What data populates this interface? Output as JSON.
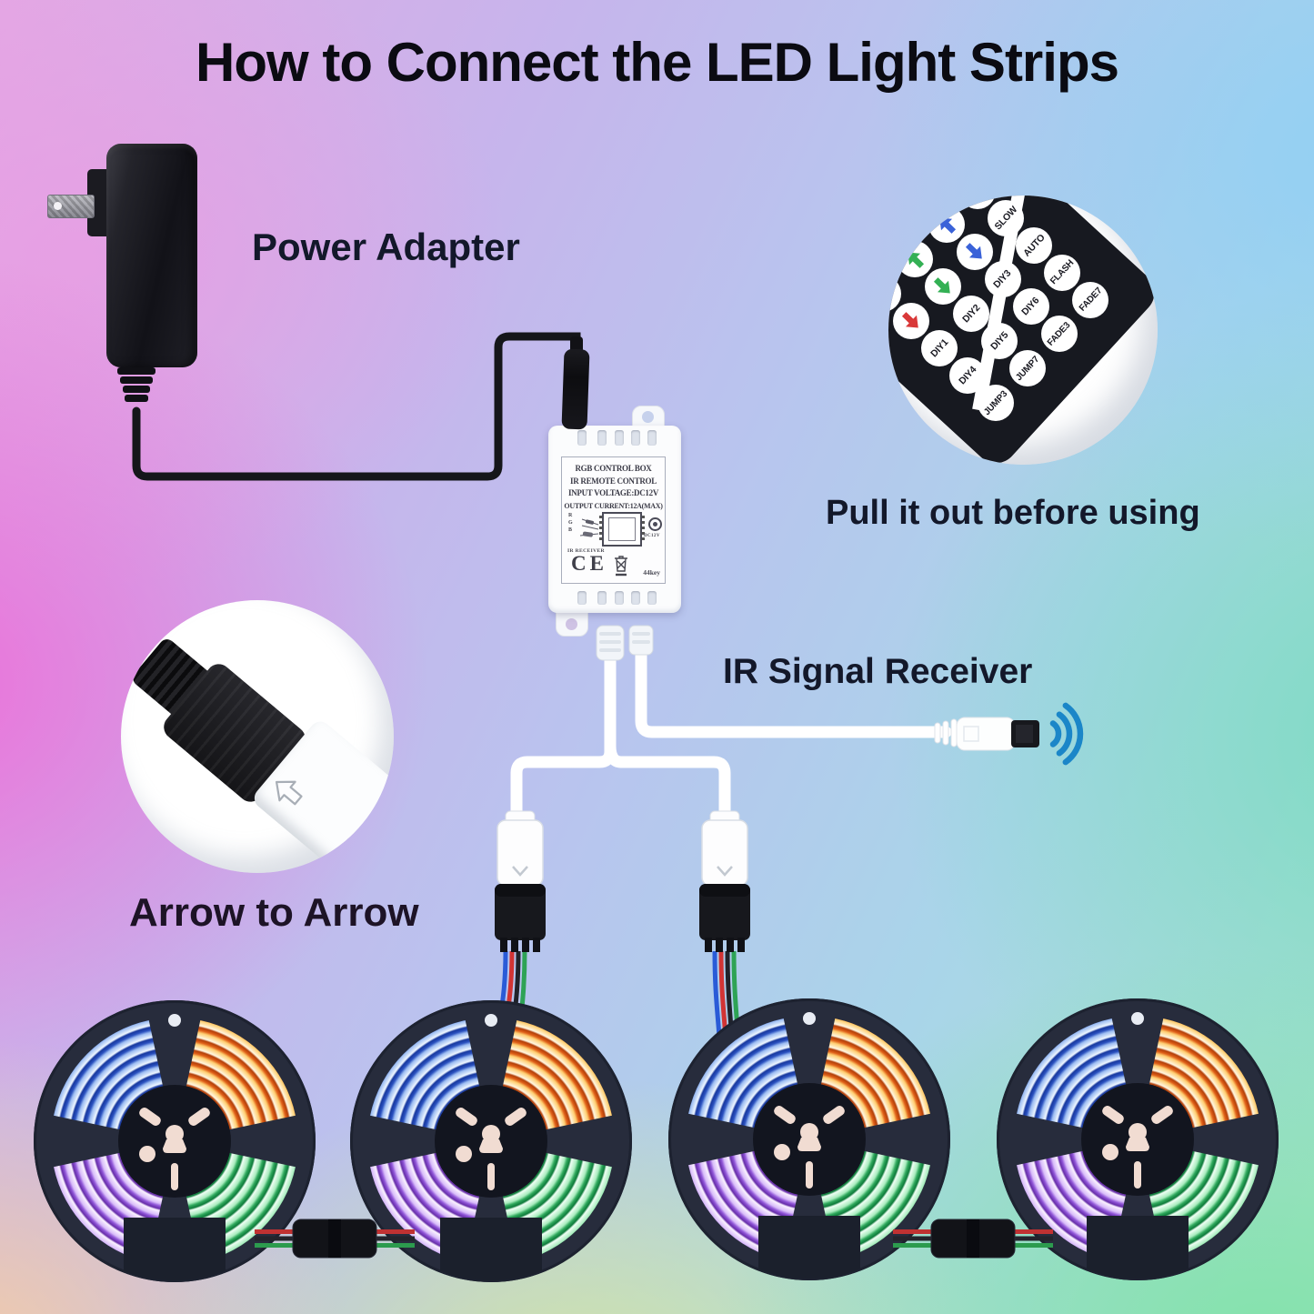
{
  "title": "How to Connect the LED Light Strips",
  "annotations": {
    "power_adapter": "Power Adapter",
    "pull_out": "Pull it out before using",
    "ir_receiver": "IR Signal Receiver",
    "arrow_to_arrow": "Arrow to Arrow"
  },
  "control_box": {
    "lines": [
      "RGB CONTROL BOX",
      "IR REMOTE CONTROL",
      "INPUT VOLTAGE:DC12V",
      "OUTPUT CURRENT:12A(MAX)"
    ],
    "pin_labels": [
      "R",
      "G",
      "B"
    ],
    "ir_port_label": "IR RECEIVER",
    "dc_port_label": "DC12V",
    "ce_mark": "CE",
    "key_label": "44key"
  },
  "remote": {
    "buttons": [
      {
        "r": 0,
        "c": 0,
        "type": "arrow",
        "dir": "up",
        "color": "#d93838",
        "name": "red-up-arrow"
      },
      {
        "r": 0,
        "c": 1,
        "type": "arrow",
        "dir": "up",
        "color": "#33b054",
        "name": "green-up-arrow"
      },
      {
        "r": 0,
        "c": 2,
        "type": "arrow",
        "dir": "up",
        "color": "#3a62d8",
        "name": "blue-up-arrow"
      },
      {
        "r": 0,
        "c": 3,
        "type": "text",
        "label": ""
      },
      {
        "r": 1,
        "c": 0,
        "type": "arrow",
        "dir": "down",
        "color": "#d93838",
        "name": "red-down-arrow"
      },
      {
        "r": 1,
        "c": 1,
        "type": "arrow",
        "dir": "down",
        "color": "#33b054",
        "name": "green-down-arrow"
      },
      {
        "r": 1,
        "c": 2,
        "type": "arrow",
        "dir": "down",
        "color": "#3a62d8",
        "name": "blue-down-arrow"
      },
      {
        "r": 1,
        "c": 3,
        "type": "text",
        "label": "SLOW"
      },
      {
        "r": 2,
        "c": 0,
        "type": "text",
        "label": "DIY1"
      },
      {
        "r": 2,
        "c": 1,
        "type": "text",
        "label": "DIY2"
      },
      {
        "r": 2,
        "c": 2,
        "type": "text",
        "label": "DIY3"
      },
      {
        "r": 2,
        "c": 3,
        "type": "text",
        "label": "AUTO"
      },
      {
        "r": 3,
        "c": 0,
        "type": "text",
        "label": "DIY4"
      },
      {
        "r": 3,
        "c": 1,
        "type": "text",
        "label": "DIY5"
      },
      {
        "r": 3,
        "c": 2,
        "type": "text",
        "label": "DIY6"
      },
      {
        "r": 3,
        "c": 3,
        "type": "text",
        "label": "FLASH"
      },
      {
        "r": 4,
        "c": 0,
        "type": "text",
        "label": "JUMP3"
      },
      {
        "r": 4,
        "c": 1,
        "type": "text",
        "label": "JUMP7"
      },
      {
        "r": 4,
        "c": 2,
        "type": "text",
        "label": "FADE3"
      },
      {
        "r": 4,
        "c": 3,
        "type": "text",
        "label": "FADE7"
      }
    ]
  },
  "colors": {
    "wire_white": "#ffffff",
    "cord_black": "#17181c",
    "ir_arc_blue": "#1b86c8",
    "reel_body": "#272c3c",
    "strip_blue": "#3b66d4",
    "strip_orange": "#e8641f",
    "strip_purple": "#9d5fe0",
    "strip_green": "#38b868"
  }
}
